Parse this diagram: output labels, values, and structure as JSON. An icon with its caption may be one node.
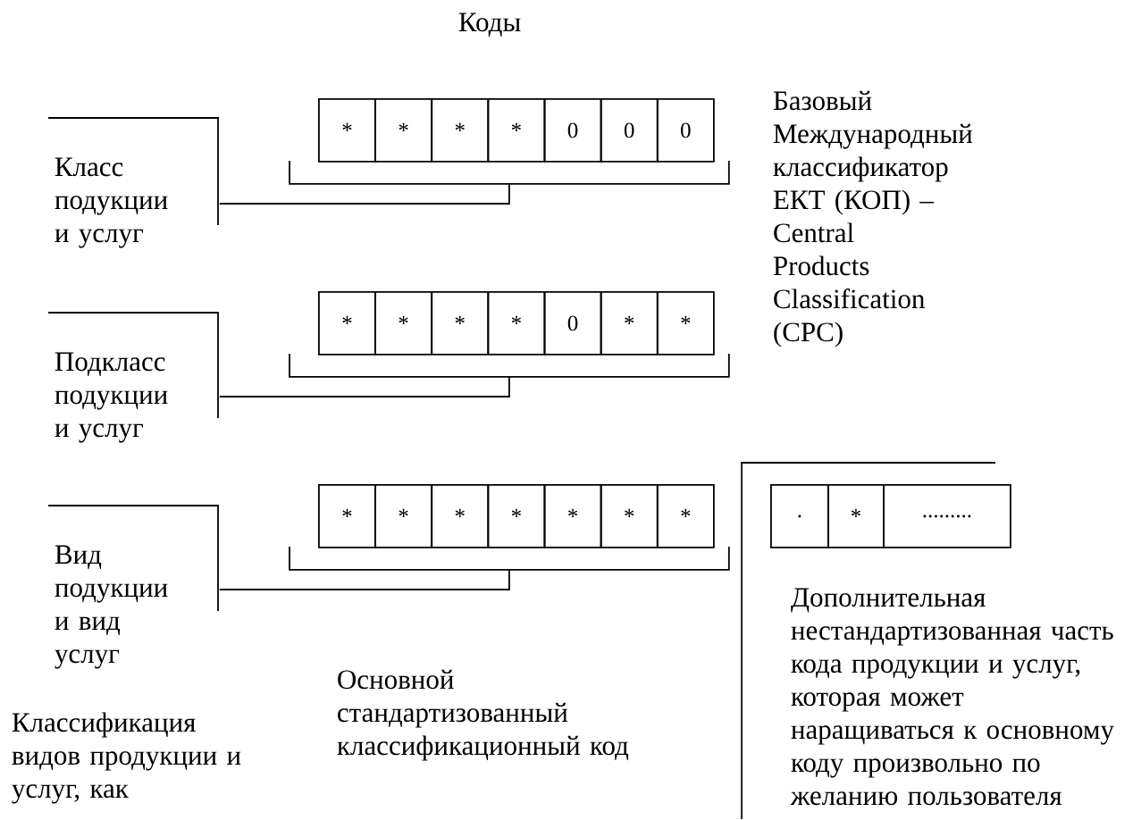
{
  "diagram": {
    "title": "Коды",
    "nodes": [
      {
        "text": [
          "Класс подукции и услуг"
        ]
      },
      {
        "text": [
          "*"
        ]
      },
      {
        "text": [
          "*"
        ]
      },
      {
        "text": [
          "*"
        ]
      },
      {
        "text": [
          "*"
        ]
      },
      {
        "text": [
          "0"
        ]
      },
      {
        "text": [
          "0"
        ]
      },
      {
        "text": [
          "0"
        ]
      },
      {
        "text": [],
        "shape": "bracket"
      },
      {
        "text": [
          "Подкласс подукции и услуг"
        ]
      },
      {
        "text": [
          "*"
        ]
      },
      {
        "text": [
          "*"
        ]
      },
      {
        "text": [
          "*"
        ]
      },
      {
        "text": [
          "*"
        ]
      },
      {
        "text": [
          "0"
        ]
      },
      {
        "text": [
          "*"
        ]
      },
      {
        "text": [
          "*"
        ]
      },
      {
        "text": [],
        "shape": "bracket"
      },
      {
        "text": [
          "Вид подукции и вид услуг"
        ]
      },
      {
        "text": [
          "*"
        ]
      },
      {
        "text": [
          "*"
        ]
      },
      {
        "text": [
          "*"
        ]
      },
      {
        "text": [
          "*"
        ]
      },
      {
        "text": [
          "*"
        ]
      },
      {
        "text": [
          "*"
        ]
      },
      {
        "text": [
          "*"
        ]
      },
      {
        "text": [],
        "shape": "bracket"
      },
      {
        "text": [
          "."
        ]
      },
      {
        "text": [
          "*"
        ]
      },
      {
        "text": [
          "........."
        ]
      }
    ],
    "edges": [
      {
        "from": 0,
        "to": 8,
        "arrow": "none"
      },
      {
        "from": 9,
        "to": 17,
        "arrow": "none"
      },
      {
        "from": 18,
        "to": 26,
        "arrow": "none"
      }
    ],
    "labels": [
      "Базовый Международный классификатор ЕКТ (КОП) – Central Products Classification (CPC)",
      "Классификация видов продукции и услуг, как",
      "Основной стандартизованный классификационный код",
      "Дополнительная нестандартизованная часть кода продукции и услуг, которая может наращиваться к основному коду произвольно по желанию пользователя"
    ]
  }
}
